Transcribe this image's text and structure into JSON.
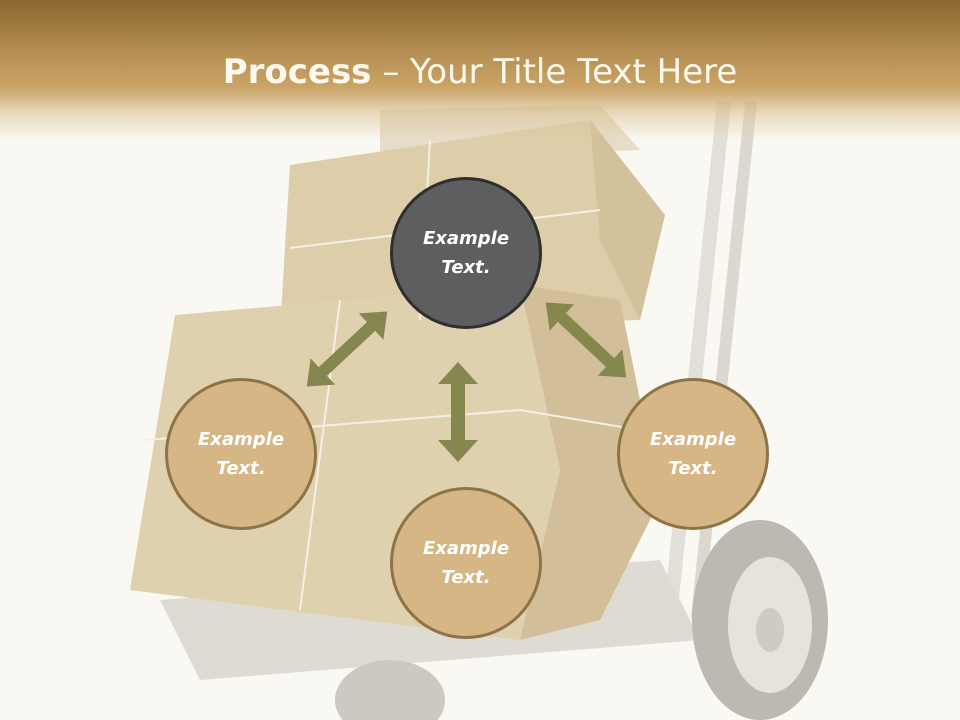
{
  "slide": {
    "title_bold": "Process",
    "title_rest": " – Your Title Text Here",
    "colors": {
      "header": "#b38d4f",
      "center_circle": "#5e5e60",
      "outer_circle": "#d7b685",
      "arrow": "#85874f"
    }
  },
  "nodes": {
    "center": {
      "line1": "Example",
      "line2": "Text."
    },
    "left": {
      "line1": "Example",
      "line2": "Text."
    },
    "right": {
      "line1": "Example",
      "line2": "Text."
    },
    "bottom": {
      "line1": "Example",
      "line2": "Text."
    }
  },
  "arrows": {
    "icon": "double-headed-arrow"
  }
}
